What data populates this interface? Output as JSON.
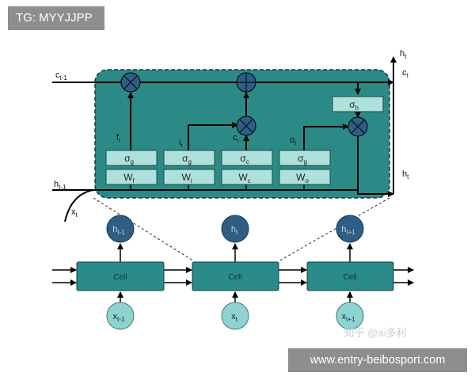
{
  "overlay": {
    "tag": "TG: MYYJJPP",
    "watermark": "知乎 @ai多利",
    "url": "www.entry-beibosport.com"
  },
  "colors": {
    "panel": "#2c8a86",
    "panel_border": "#153a3a",
    "gate_box": "#aee0dc",
    "op_circle": "#2f5e85",
    "cell_box": "#2b8b8a",
    "h_circle": "#2f5e85",
    "x_circle": "#8fd3d0",
    "line": "#000000"
  },
  "lstm": {
    "inputs": {
      "c_prev": "c",
      "c_prev_sub": "t-1",
      "h_prev": "h",
      "h_prev_sub": "t-1",
      "x": "x",
      "x_sub": "t"
    },
    "outputs": {
      "h_top": "h",
      "h_top_sub": "t",
      "c_out": "c",
      "c_out_sub": "t",
      "h_right": "h",
      "h_right_sub": "t"
    },
    "gate_labels": [
      {
        "main": "f",
        "sub": "t"
      },
      {
        "main": "i",
        "sub": "t"
      },
      {
        "main": "c",
        "sub": "t"
      },
      {
        "main": "o",
        "sub": "t"
      }
    ],
    "sigma_boxes": [
      {
        "main": "σ",
        "sub": "g"
      },
      {
        "main": "σ",
        "sub": "g"
      },
      {
        "main": "σ",
        "sub": "c"
      },
      {
        "main": "σ",
        "sub": "g"
      }
    ],
    "weight_boxes": [
      {
        "main": "W",
        "sub": "f"
      },
      {
        "main": "W",
        "sub": "i"
      },
      {
        "main": "W",
        "sub": "c"
      },
      {
        "main": "W",
        "sub": "o"
      }
    ],
    "sigma_h": {
      "main": "σ",
      "sub": "h"
    }
  },
  "chain": {
    "cell_label": "Cell",
    "hidden": [
      {
        "main": "h",
        "sub": "t-1"
      },
      {
        "main": "h",
        "sub": "t"
      },
      {
        "main": "h",
        "sub": "t+1"
      }
    ],
    "inputs": [
      {
        "main": "x",
        "sub": "t-1"
      },
      {
        "main": "x",
        "sub": "t"
      },
      {
        "main": "x",
        "sub": "t+1"
      }
    ]
  }
}
